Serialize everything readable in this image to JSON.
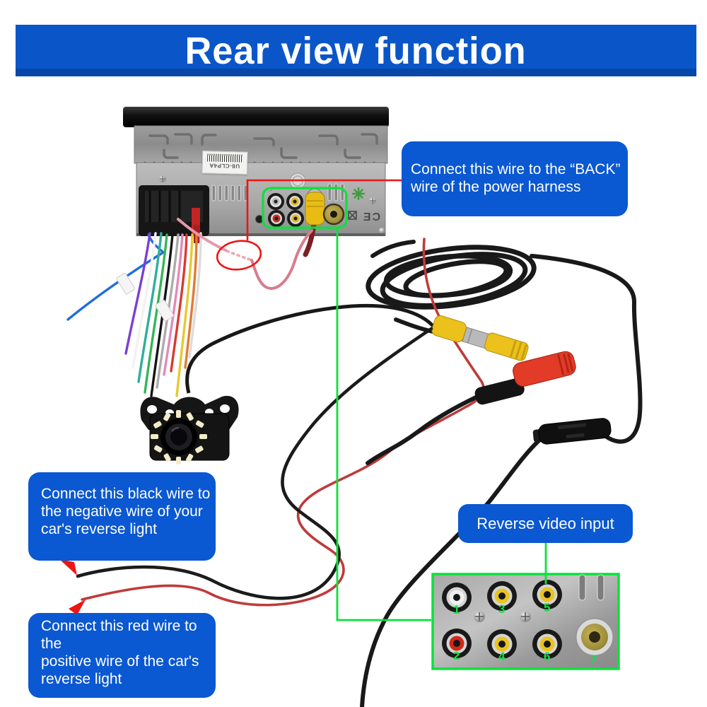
{
  "banner": {
    "title": "Rear view function",
    "bg": "#0A56C9",
    "bg_dark": "#0847A8",
    "text_color": "#FFFFFF"
  },
  "callouts": {
    "box_color": "#0A58D2",
    "back_wire": "Connect this wire to the “BACK”\nwire of the power harness",
    "black_wire": "Connect this black wire to\nthe negative wire of your\ncar's reverse light",
    "red_wire": "Connect this red wire to the\npositive wire of the car's\nreverse light",
    "reverse_video": "Reverse video input"
  },
  "stereo": {
    "model_label": "U8-CLP4A",
    "ce_mark": "CE"
  },
  "closeup": {
    "number_color": "#12E243",
    "jacks": [
      {
        "num": "1",
        "color": "white"
      },
      {
        "num": "2",
        "color": "red"
      },
      {
        "num": "3",
        "color": "yellow"
      },
      {
        "num": "4",
        "color": "yellow"
      },
      {
        "num": "5",
        "color": "yellow"
      },
      {
        "num": "6",
        "color": "yellow"
      },
      {
        "num": "7",
        "color": "antenna"
      }
    ]
  },
  "annotation": {
    "red": "#EE1515",
    "green": "#0AE23C"
  }
}
